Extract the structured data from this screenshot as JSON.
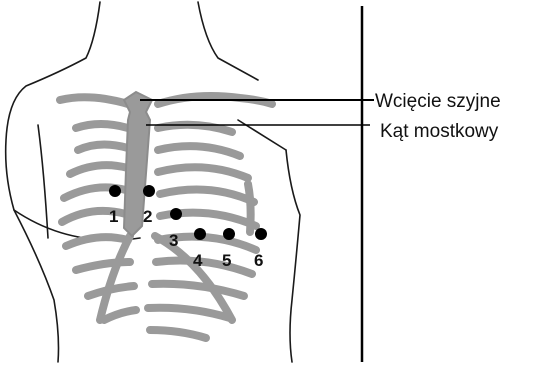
{
  "labels": {
    "suprasternal_notch": "Wcięcie szyjne",
    "sternal_angle": "Kąt mostkowy"
  },
  "electrodes": [
    "1",
    "2",
    "3",
    "4",
    "5",
    "6"
  ],
  "colors": {
    "bone": "#9a9a9a",
    "outline": "#1a1a1a",
    "electrode": "#000000"
  }
}
